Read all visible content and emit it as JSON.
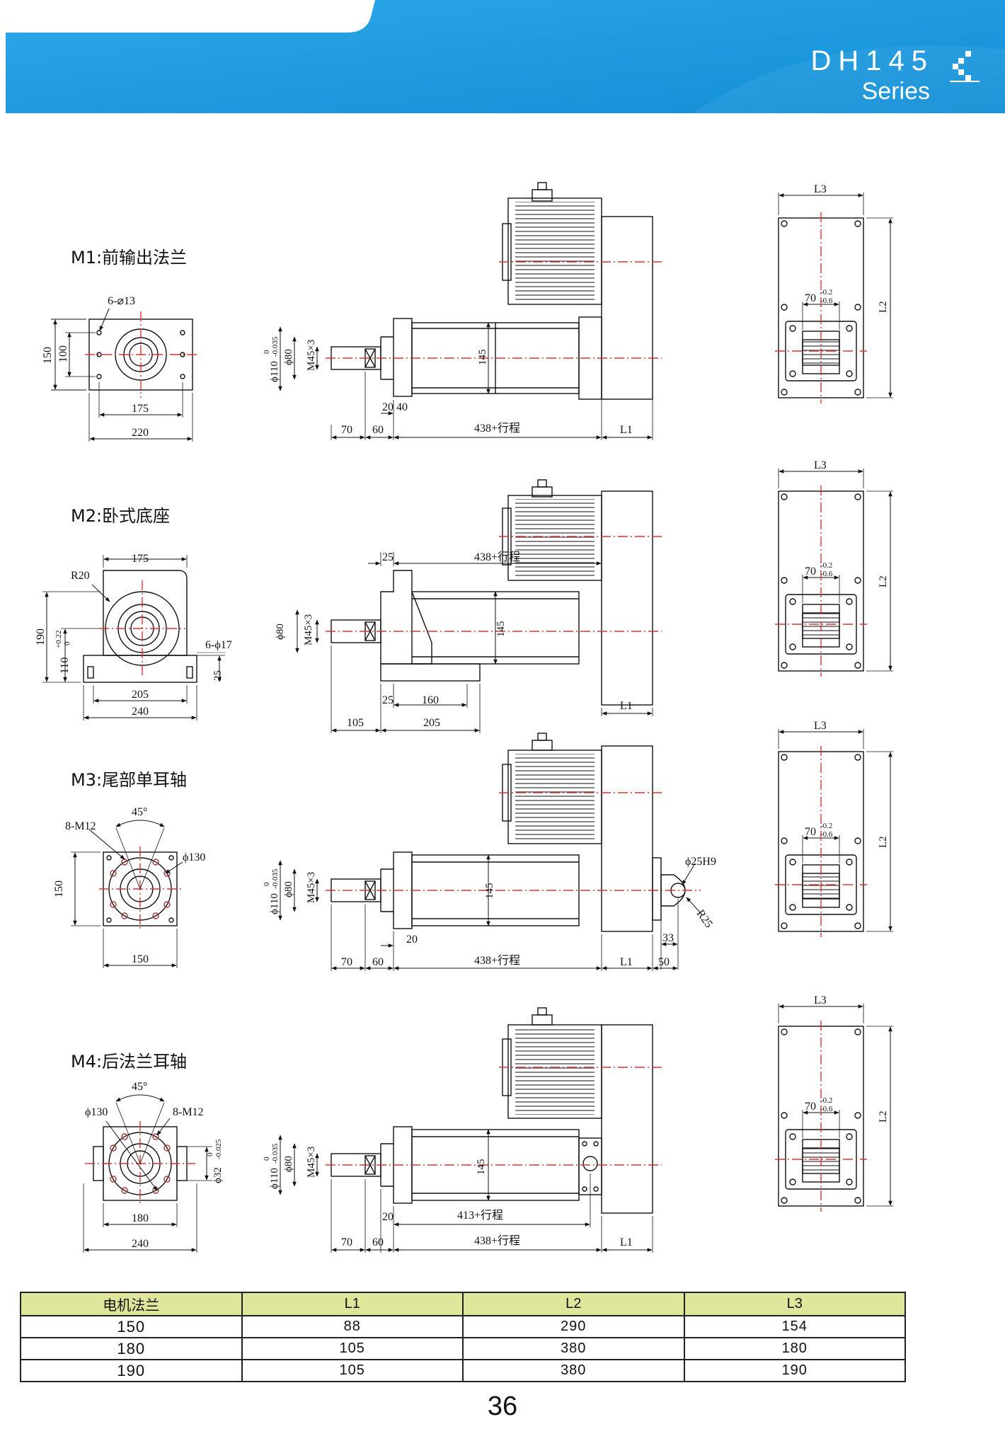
{
  "header": {
    "title": "DH145",
    "subtitle": "Series",
    "accent_color": "#1c9ee0"
  },
  "sections": [
    {
      "label": "M1:前输出法兰"
    },
    {
      "label": "M2:卧式底座"
    },
    {
      "label": "M3:尾部单耳轴"
    },
    {
      "label": "M4:后法兰耳轴"
    }
  ],
  "dims": {
    "m1": {
      "holes": "6-⌀13",
      "h150": "150",
      "h100": "100",
      "w175": "175",
      "w220": "220",
      "phi110": "ϕ110",
      "tol110_top": "0",
      "tol110_bot": "-0.035",
      "phi80": "ϕ80",
      "thread": "M45×3",
      "h145": "145",
      "d20": "20",
      "d40": "40",
      "d70": "70",
      "d60": "60",
      "stroke": "438+行程",
      "l1": "L1"
    },
    "m2": {
      "r20": "R20",
      "w175": "175",
      "h190": "190",
      "h110": "110",
      "tol110_top": "+0.22",
      "tol110_bot": "0",
      "holes": "6-ϕ17",
      "h25": "25",
      "w205": "205",
      "w240": "240",
      "phi80": "ϕ80",
      "thread": "M45×3",
      "h145": "145",
      "d25_top": "25",
      "stroke": "438+行程",
      "d25_bot": "25",
      "d160": "160",
      "d105": "105",
      "d205": "205",
      "l1": "L1"
    },
    "m3": {
      "angle": "45°",
      "bolts": "8-M12",
      "phi130": "ϕ130",
      "h150": "150",
      "w150": "150",
      "phi110": "ϕ110",
      "tol110_top": "0",
      "tol110_bot": "-0.035",
      "phi80": "ϕ80",
      "thread": "M45×3",
      "h145": "145",
      "phi25": "ϕ25H9",
      "r25": "R25",
      "d33": "33",
      "d20": "20",
      "d70": "70",
      "d60": "60",
      "stroke": "438+行程",
      "l1": "L1",
      "d50": "50"
    },
    "m4": {
      "phi130": "ϕ130",
      "angle": "45°",
      "bolts": "8-M12",
      "phi32": "ϕ32",
      "tol32_top": "0",
      "tol32_bot": "-0.025",
      "w180": "180",
      "w240": "240",
      "phi110": "ϕ110",
      "tol110_top": "0",
      "tol110_bot": "-0.035",
      "phi80": "ϕ80",
      "thread": "M45×3",
      "h145": "145",
      "d20": "20",
      "stroke413": "413+行程",
      "d70": "70",
      "d60": "60",
      "stroke": "438+行程",
      "l1": "L1"
    },
    "side": {
      "l3": "L3",
      "l2": "L2",
      "w70": "70",
      "tol70_top": "-0.2",
      "tol70_bot": "-0.6"
    }
  },
  "table": {
    "headers": [
      "电机法兰",
      "L1",
      "L2",
      "L3"
    ],
    "rows": [
      [
        "150",
        "88",
        "290",
        "154"
      ],
      [
        "180",
        "105",
        "380",
        "180"
      ],
      [
        "190",
        "105",
        "380",
        "190"
      ]
    ]
  },
  "page_number": "36"
}
